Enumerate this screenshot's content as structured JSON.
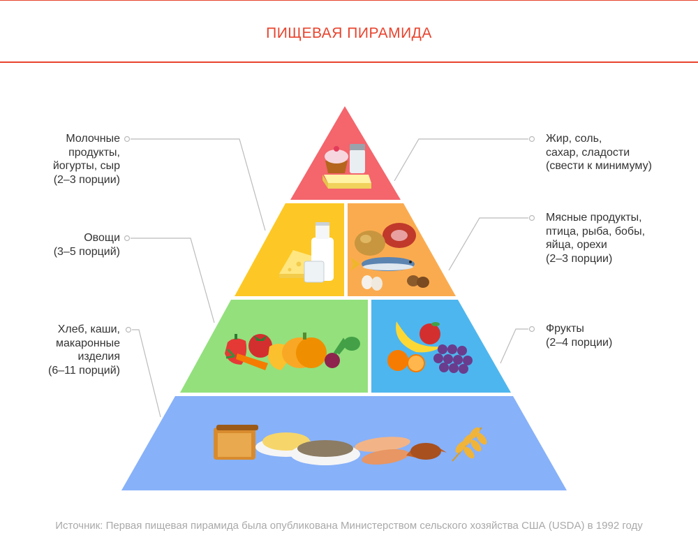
{
  "title": "ПИЩЕВАЯ ПИРАМИДА",
  "colors": {
    "accent": "#e8432d",
    "tier_top": "#f4656c",
    "dairy": "#fdc825",
    "meat": "#fbab4f",
    "vegetables": "#93e07d",
    "fruits": "#4eb6ee",
    "grains": "#87b1f9",
    "leader_line": "#bbbbbb"
  },
  "labels": {
    "dairy": "Молочные\nпродукты,\nйогурты, сыр\n(2–3 порции)",
    "vegetables": "Овощи\n(3–5 порций)",
    "grains": "Хлеб, каши,\nмакаронные\nизделия\n(6–11 порций)",
    "fats": "Жир, соль,\nсахар, сладости\n(свести к минимуму)",
    "meat": "Мясные продукты,\nптица, рыба, бобы,\nяйца, орехи\n(2–3 порции)",
    "fruits": "Фрукты\n(2–4 порции)"
  },
  "icons": {
    "fats": [
      "cupcake-icon",
      "salt-shaker-icon",
      "butter-icon"
    ],
    "dairy": [
      "cheese-icon",
      "milk-bottle-icon",
      "milk-glass-icon"
    ],
    "meat": [
      "ham-icon",
      "chicken-icon",
      "fish-icon",
      "eggs-icon",
      "nuts-icon"
    ],
    "vegetables": [
      "pepper-icon",
      "tomato-icon",
      "carrot-icon",
      "pumpkin-icon",
      "yellow-pepper-icon",
      "beet-icon"
    ],
    "fruits": [
      "banana-icon",
      "apple-icon",
      "orange-icon",
      "grapes-icon"
    ],
    "grains": [
      "bread-icon",
      "pasta-bowl-icon",
      "grain-bowl-icon",
      "baguette-icon",
      "croissant-icon",
      "wheat-icon"
    ]
  },
  "source": "Источник: Первая пищевая пирамида была опубликована Министерством сельского хозяйства США  (USDA) в 1992 году"
}
